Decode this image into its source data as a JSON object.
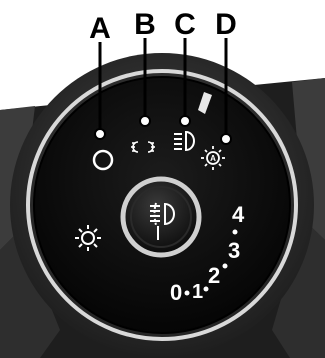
{
  "diagram": {
    "callouts": {
      "a": "A",
      "b": "B",
      "c": "C",
      "d": "D"
    },
    "dial_scale": {
      "pos_0": "0",
      "pos_1": "1",
      "pos_2": "2",
      "pos_3": "3",
      "pos_4": "4"
    },
    "positions": {
      "a": "off-position-icon",
      "b": "parking-lamps-icon",
      "c": "headlamps-icon",
      "d": "auto-headlamps-icon"
    },
    "controls": {
      "knob": "fog-lamp-knob",
      "dimmer": "instrument-illumination-icon"
    },
    "colors": {
      "bezel": "#2b2b2b",
      "face": "#0c0c0c",
      "ring": "#d9d9d9",
      "symbol": "#ffffff"
    }
  }
}
